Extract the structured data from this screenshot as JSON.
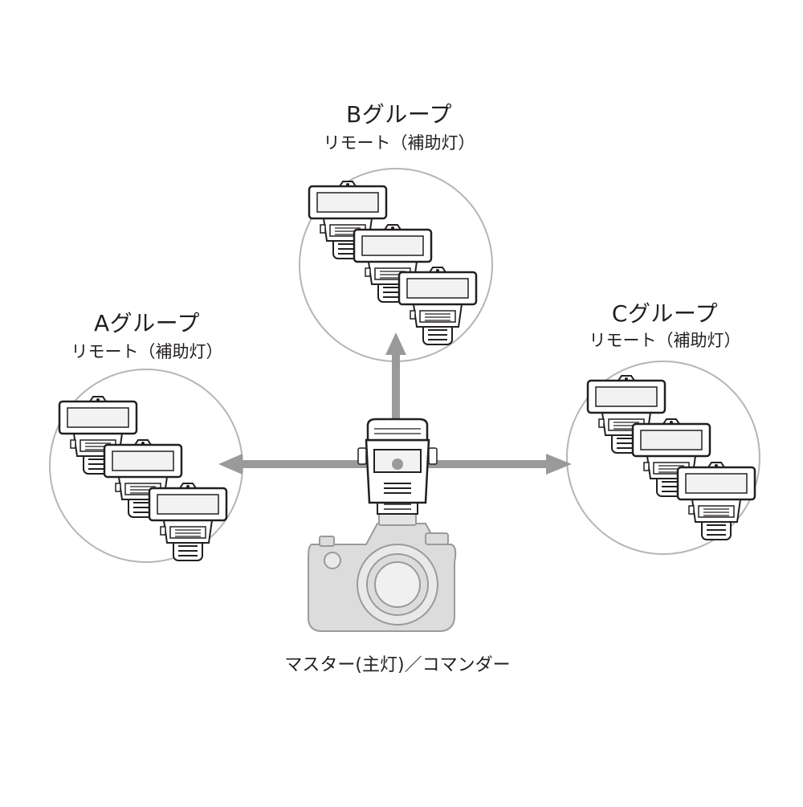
{
  "groups": {
    "a": {
      "title": "Aグループ",
      "subtitle": "リモート（補助灯）"
    },
    "b": {
      "title": "Bグループ",
      "subtitle": "リモート（補助灯）"
    },
    "c": {
      "title": "Cグループ",
      "subtitle": "リモート（補助灯）"
    }
  },
  "master_label": "マスター(主灯)／コマンダー",
  "colors": {
    "outline": "#231f20",
    "circle": "#b5b5b5",
    "arrow": "#9a9a9a",
    "panel_fill": "#f2f2f2",
    "camera_fill": "#dcdcdc"
  },
  "icons": {
    "remote_flash": "remote-flash-icon",
    "commander": "commander-unit-icon",
    "camera": "dslr-camera-icon"
  }
}
